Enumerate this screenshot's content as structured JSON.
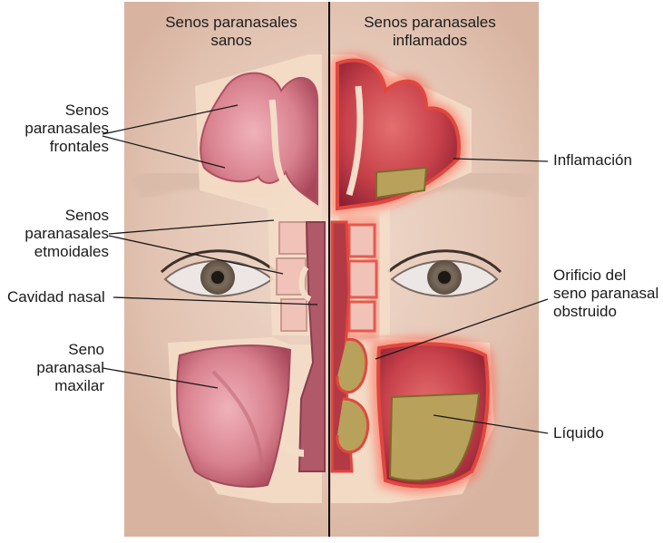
{
  "panels": {
    "left_title": [
      "Senos paranasales",
      "sanos"
    ],
    "right_title": [
      "Senos paranasales",
      "inflamados"
    ]
  },
  "labels": {
    "frontal": [
      "Senos",
      "paranasales",
      "frontales"
    ],
    "ethmoid": [
      "Senos",
      "paranasales",
      "etmoidales"
    ],
    "nasal_cavity": "Cavidad nasal",
    "maxillary": [
      "Seno",
      "paranasal",
      "maxilar"
    ],
    "inflammation": "Inflamación",
    "blocked_opening": [
      "Orificio del",
      "seno paranasal",
      "obstruido"
    ],
    "fluid": "Líquido"
  },
  "colors": {
    "skin": "#e8cfc0",
    "healthy_sinus": "#e79aa6",
    "healthy_sinus_dark": "#b8566a",
    "inflamed_glow": "#ff5a4a",
    "fluid": "#b8a15a",
    "bone": "#f4ddc8"
  }
}
